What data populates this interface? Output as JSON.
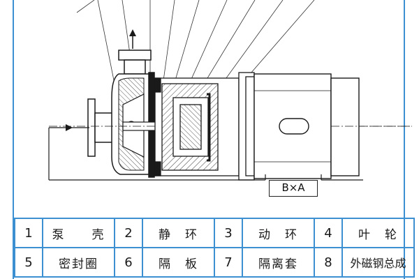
{
  "dimension_label": "B×A",
  "parts": [
    {
      "no": "1",
      "name": "泵　　壳"
    },
    {
      "no": "2",
      "name": "静　环"
    },
    {
      "no": "3",
      "name": "动　环"
    },
    {
      "no": "4",
      "name": "叶　轮"
    },
    {
      "no": "5",
      "name": "密封圈"
    },
    {
      "no": "6",
      "name": "隔　板"
    },
    {
      "no": "7",
      "name": "隔离套"
    },
    {
      "no": "8",
      "name": "外磁钢总成"
    }
  ],
  "colors": {
    "frame_blue": "#3c8fd0",
    "line": "#1a1a1a",
    "hatch": "#555555"
  }
}
